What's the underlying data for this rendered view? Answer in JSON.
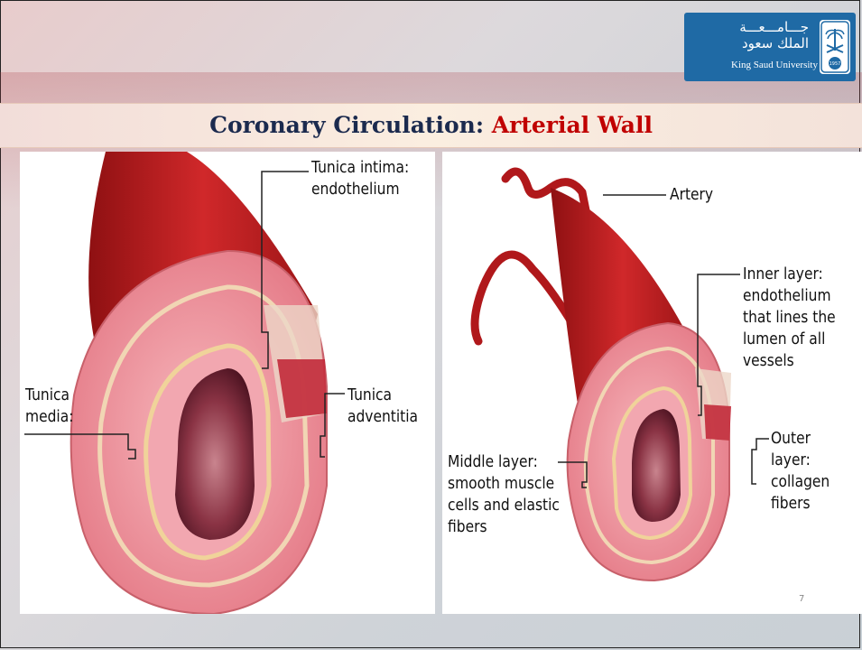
{
  "header": {
    "logo": {
      "arabic_line1": "جـــامـــعـــة",
      "arabic_line2": "الملك سعود",
      "english": "King Saud University",
      "emblem_year": "1957"
    },
    "title_part1": "Coronary Circulation: ",
    "title_part2": "Arterial Wall",
    "colors": {
      "title_dark": "#1b2a4e",
      "title_red": "#c00000",
      "logo_bg": "#1f6aa5"
    }
  },
  "left_diagram": {
    "label_intima": "Tunica intima:\nendothelium",
    "label_media": "Tunica\nmedia:",
    "label_adventitia": "Tunica\nadventitia"
  },
  "right_diagram": {
    "label_artery": "Artery",
    "label_inner": "Inner layer:\nendothelium\nthat lines the\nlumen of all\nvessels",
    "label_middle": "Middle layer:\nsmooth muscle\ncells and elastic\nfibers",
    "label_outer": "Outer layer:\ncollagen\nfibers"
  },
  "footer": {
    "page_number": "7"
  }
}
